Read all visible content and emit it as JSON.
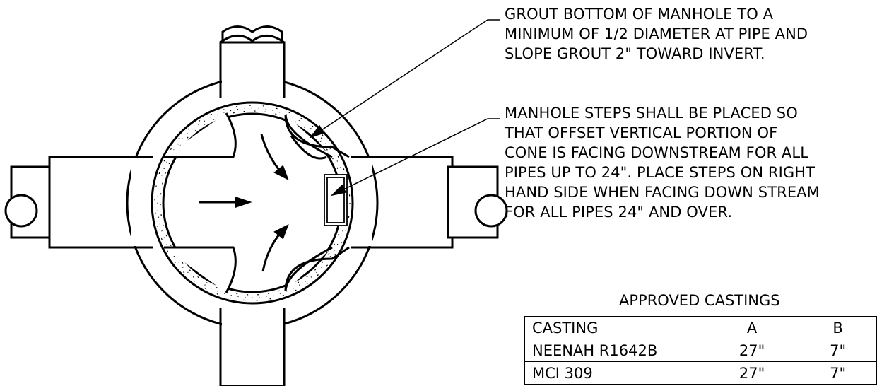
{
  "notes": {
    "grout": "GROUT BOTTOM OF MANHOLE TO A\nMINIMUM OF 1/2 DIAMETER AT PIPE AND\nSLOPE GROUT 2\" TOWARD INVERT.",
    "steps": "MANHOLE STEPS SHALL BE PLACED SO\nTHAT  OFFSET VERTICAL PORTION OF\nCONE IS FACING DOWNSTREAM FOR ALL\nPIPES UP TO 24\". PLACE STEPS ON RIGHT\nHAND SIDE WHEN  FACING DOWN STREAM\nFOR ALL PIPES 24\" AND OVER."
  },
  "table": {
    "title": "APPROVED CASTINGS",
    "headers": [
      "CASTING",
      "A",
      "B"
    ],
    "rows": [
      [
        "NEENAH R1642B",
        "27\"",
        "7\""
      ],
      [
        "MCI 309",
        "27\"",
        "7\""
      ]
    ]
  },
  "colors": {
    "line": "#000000",
    "fill": "#ffffff"
  }
}
